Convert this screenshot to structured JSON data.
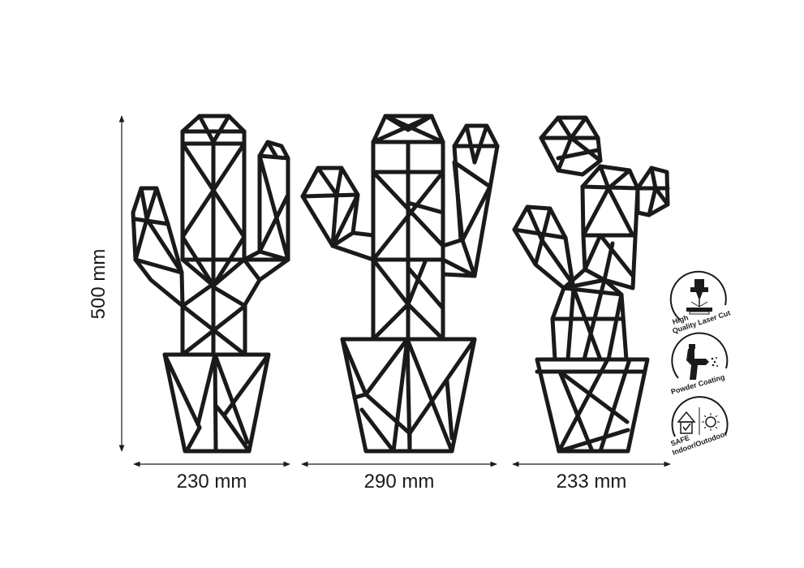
{
  "dimensions": {
    "height_label": "500 mm",
    "widths": [
      "230 mm",
      "290 mm",
      "233 mm"
    ]
  },
  "badges": [
    {
      "icon": "laser-cut-icon",
      "line1": "High",
      "line2": "Quality Laser Cut"
    },
    {
      "icon": "spray-gun-icon",
      "line1": "Powder Coating",
      "line2": ""
    },
    {
      "icon": "house-sun-icon",
      "line1": "SAFE",
      "line2": "Indoor/Outodoor"
    }
  ],
  "colors": {
    "stroke": "#1a1a1a",
    "background": "#ffffff"
  }
}
